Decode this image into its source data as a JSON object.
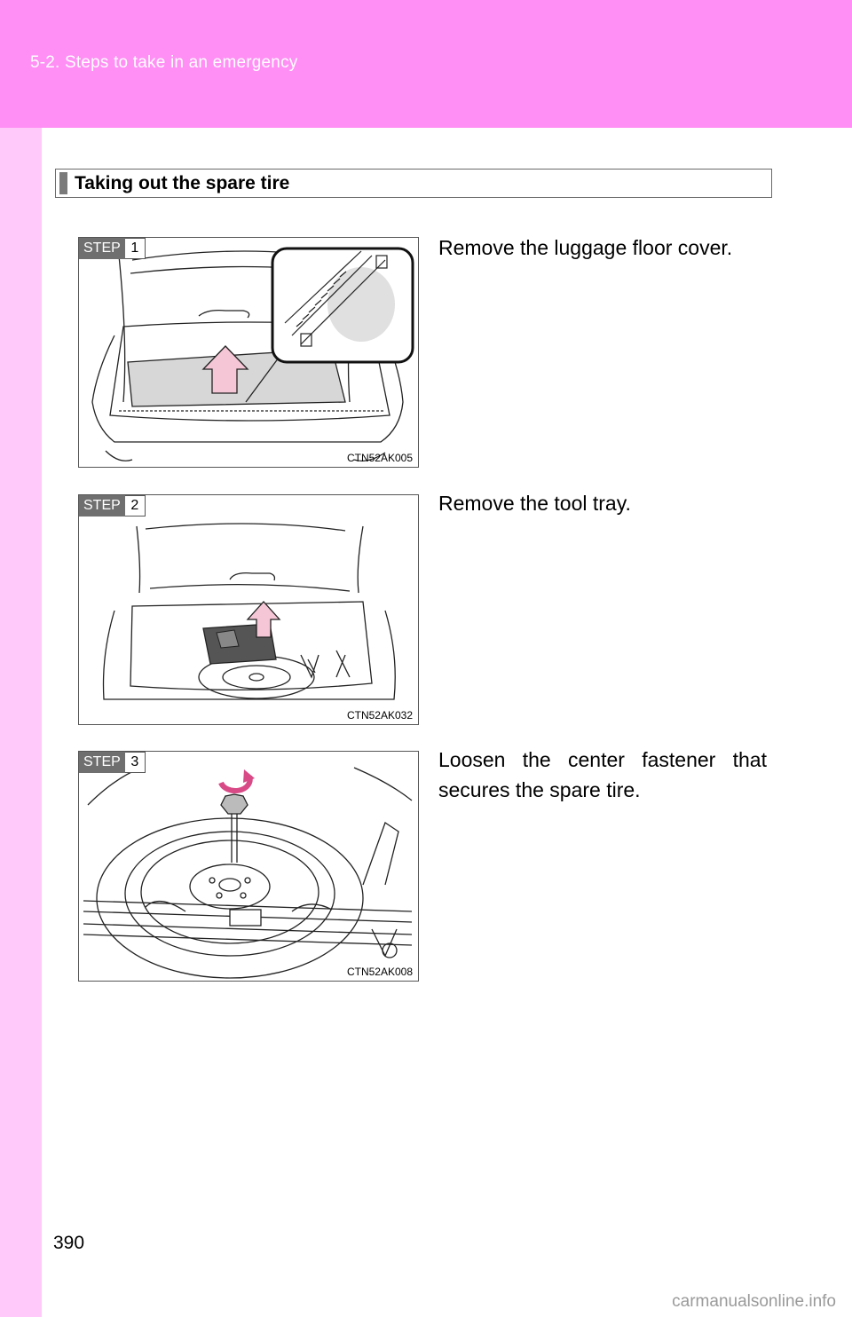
{
  "header": {
    "breadcrumb": "5-2. Steps to take in an emergency"
  },
  "section": {
    "title": "Taking out the spare tire"
  },
  "steps": [
    {
      "label": "STEP",
      "number": "1",
      "code": "CTN52AK005",
      "text": "Remove the luggage floor cover."
    },
    {
      "label": "STEP",
      "number": "2",
      "code": "CTN52AK032",
      "text": "Remove the tool tray."
    },
    {
      "label": "STEP",
      "number": "3",
      "code": "CTN52AK008",
      "text": "Loosen the center fastener that secures the spare tire."
    }
  ],
  "footer": {
    "page_number": "390",
    "watermark": "carmanualsonline.info"
  },
  "colors": {
    "header": "#ff8ff4",
    "sidebar": "#ffc9fa",
    "arrow": "#f5c6d6"
  }
}
